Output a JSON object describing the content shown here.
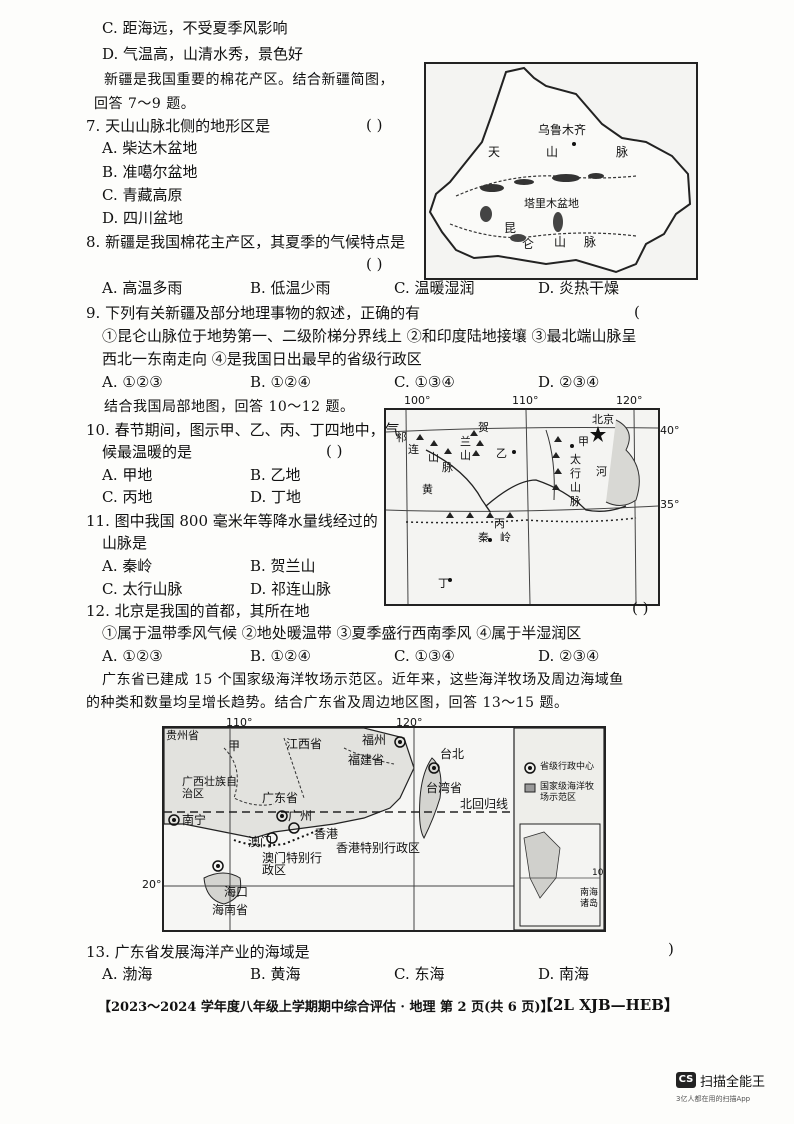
{
  "q6_tail": {
    "opt_c": "C. 距海远，不受夏季风影响",
    "opt_d": "D. 气温高，山清水秀，景色好"
  },
  "xinjiang": {
    "lead_1": "新疆是我国重要的棉花产区。结合新疆简图，",
    "lead_2": "回答 7～9 题。",
    "map_labels": {
      "urumqi": "乌鲁木齐",
      "tian": "天",
      "shan": "山",
      "mai": "脉",
      "tarim": "塔里木盆地",
      "kun": "昆",
      "lun": "仑",
      "shan2": "山",
      "mai2": "脉"
    }
  },
  "q7": {
    "stem": "7. 天山山脉北侧的地形区是",
    "bracket": "(    )",
    "a": "A. 柴达木盆地",
    "b": "B. 准噶尔盆地",
    "c": "C. 青藏高原",
    "d": "D. 四川盆地"
  },
  "q8": {
    "stem": "8. 新疆是我国棉花主产区，其夏季的气候特点是",
    "bracket": "(    )",
    "a": "A. 高温多雨",
    "b": "B. 低温少雨",
    "c": "C. 温暖湿润",
    "d": "D. 炎热干燥"
  },
  "q9": {
    "stem": "9. 下列有关新疆及部分地理事物的叙述，正确的有",
    "bracket": "(",
    "line2": "①昆仑山脉位于地势第一、二级阶梯分界线上  ②和印度陆地接壤  ③最北端山脉呈",
    "line3": "西北一东南走向  ④是我国日出最早的省级行政区",
    "a": "A. ①②③",
    "b": "B. ①②④",
    "c": "C. ①③④",
    "d": "D. ②③④"
  },
  "north": {
    "lead": "结合我国局部地图，回答 10～12 题。",
    "map_labels": {
      "lon100": "100°",
      "lon110": "110°",
      "lon120": "120°",
      "lat40": "40°",
      "lat35": "35°",
      "beijing": "北京",
      "qi": "祁",
      "lian": "连",
      "shan_q": "山",
      "mai_q": "脉",
      "he_l": "贺",
      "lan": "兰",
      "shan_h": "山",
      "yi": "乙",
      "huang": "黄",
      "jia": "甲",
      "tai": "太",
      "hang": "行",
      "shan_t": "山",
      "mai_t": "脉",
      "he": "河",
      "bing": "丙",
      "qin": "秦",
      "ling": "岭",
      "ding": "丁"
    }
  },
  "q10": {
    "stem_1": "10. 春节期间，图示甲、乙、丙、丁四地中，气",
    "stem_2": "候最温暖的是",
    "bracket": "(    )",
    "a": "A. 甲地",
    "b": "B. 乙地",
    "c": "C. 丙地",
    "d": "D. 丁地"
  },
  "q11": {
    "stem_1": "11. 图中我国 800 毫米年等降水量线经过的",
    "stem_2": "山脉是",
    "a": "A. 秦岭",
    "b": "B. 贺兰山",
    "c": "C. 太行山脉",
    "d": "D. 祁连山脉"
  },
  "q12": {
    "stem": "12. 北京是我国的首都，其所在地",
    "bracket": "(    )",
    "line2": "①属于温带季风气候  ②地处暖温带  ③夏季盛行西南季风  ④属于半湿润区",
    "a": "A. ①②③",
    "b": "B. ①②④",
    "c": "C. ①③④",
    "d": "D. ②③④"
  },
  "guangdong": {
    "lead_1": "广东省已建成 15 个国家级海洋牧场示范区。近年来，这些海洋牧场及周边海域鱼",
    "lead_2": "的种类和数量均呈增长趋势。结合广东省及周边地区图，回答 13～15 题。",
    "map_labels": {
      "lon110": "110°",
      "lon120": "120°",
      "lat20": "20°",
      "guizhou": "贵州省",
      "jia": "甲",
      "jiangxi": "江西省",
      "fuzhou": "福州",
      "fujian": "福建省",
      "taibei": "台北",
      "taiwan": "台湾省",
      "guangxi": "广西壮族自治区",
      "guangdong": "广东省",
      "guangzhou": "广州",
      "nanning": "南宁",
      "tropic": "北回归线",
      "hk": "香港特别行政区",
      "hk_city": "香港",
      "macau_city": "澳门",
      "macau": "澳门特别行政区",
      "haikou": "海口",
      "hainan": "海南省",
      "legend_capital": "省级行政中心",
      "legend_ranch": "国家级海洋牧场示范区",
      "inset_label": "南海诸岛",
      "inset_lat": "10°"
    }
  },
  "q13": {
    "stem": "13. 广东省发展海洋产业的海域是",
    "bracket": ")",
    "a": "A. 渤海",
    "b": "B. 黄海",
    "c": "C. 东海",
    "d": "D. 南海"
  },
  "footer": {
    "text": "【2023～2024 学年度八年级上学期期中综合评估 · 地理  第 2 页(共 6 页)】",
    "code": "【2L XJB—HEB】"
  },
  "scanner": {
    "badge": "CS",
    "name": "扫描全能王",
    "tag": "3亿人都在用的扫描App"
  }
}
